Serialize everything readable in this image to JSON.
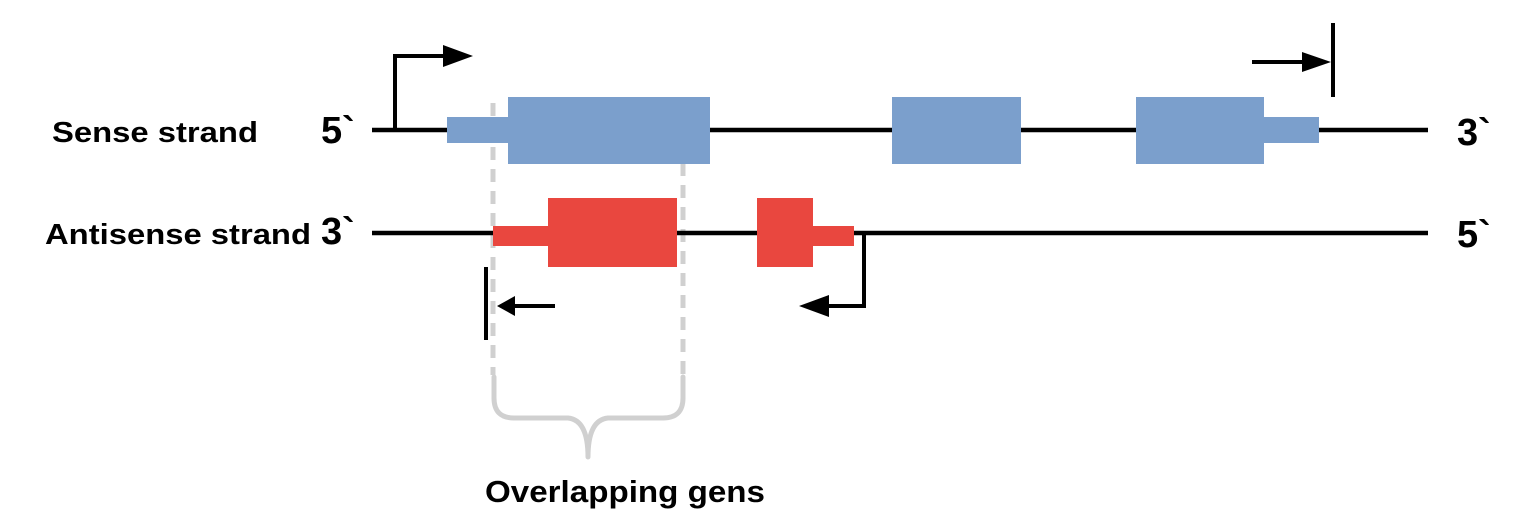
{
  "strands": {
    "sense": {
      "label": "Sense strand",
      "left_end": "5`",
      "right_end": "3`"
    },
    "antisense": {
      "label": "Antisense strand",
      "left_end": "3`",
      "right_end": "5`"
    }
  },
  "annotation": {
    "overlap_label": "Overlapping gens"
  },
  "genes": {
    "sense_gene": {
      "parts": [
        "5-utr",
        "exon-1",
        "exon-2",
        "exon-3",
        "3-utr"
      ],
      "signals": [
        "transcription-start-arrow",
        "transcription-stop-terminator"
      ]
    },
    "antisense_gene": {
      "parts": [
        "3-utr",
        "exon-1",
        "exon-2",
        "5-utr"
      ],
      "signals": [
        "transcription-start-arrow",
        "transcription-stop-terminator"
      ]
    }
  },
  "colors": {
    "strand": "#000000",
    "sense_gene": "#7b9fcc",
    "antisense_gene": "#e9473f",
    "overlap_marker": "#d0d0d0",
    "background": "#ffffff"
  }
}
